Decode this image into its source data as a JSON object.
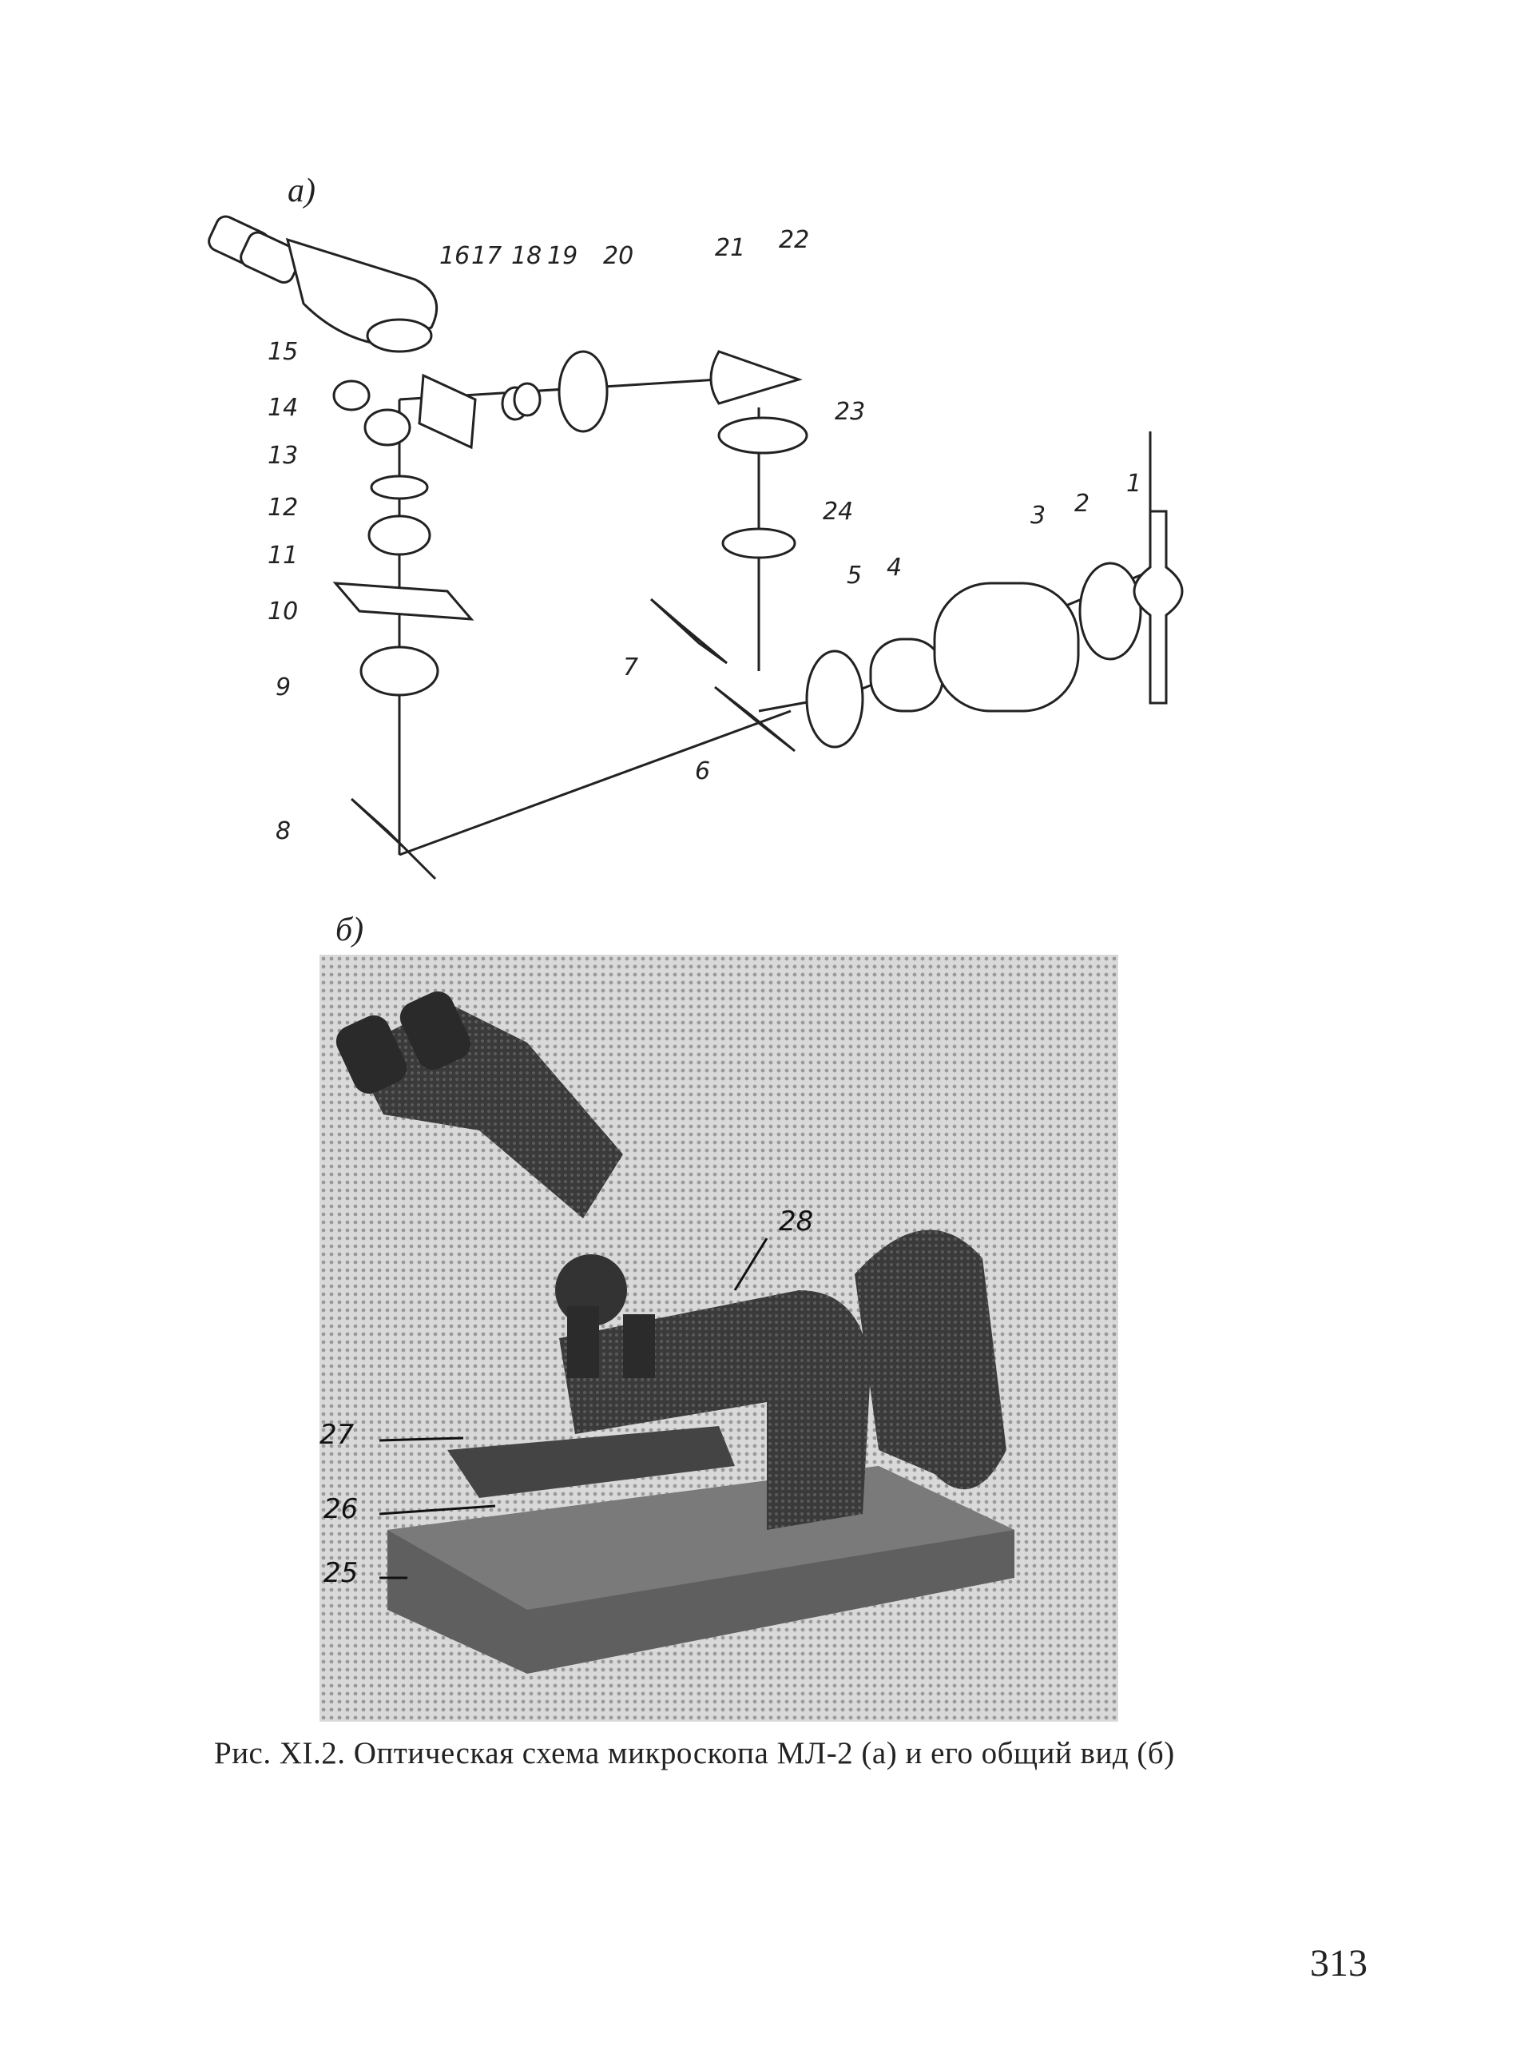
{
  "panels": {
    "a_label": "а)",
    "b_label": "б)"
  },
  "schematic_labels": [
    "1",
    "2",
    "3",
    "4",
    "5",
    "6",
    "7",
    "8",
    "9",
    "10",
    "11",
    "12",
    "13",
    "14",
    "15",
    "16",
    "17",
    "18",
    "19",
    "20",
    "21",
    "22",
    "23",
    "24"
  ],
  "photo_labels": [
    "25",
    "26",
    "27",
    "28"
  ],
  "caption": "Рис. XI.2. Оптическая схема микроскопа МЛ-2 (а) и его общий вид (б)",
  "page_number": "313"
}
